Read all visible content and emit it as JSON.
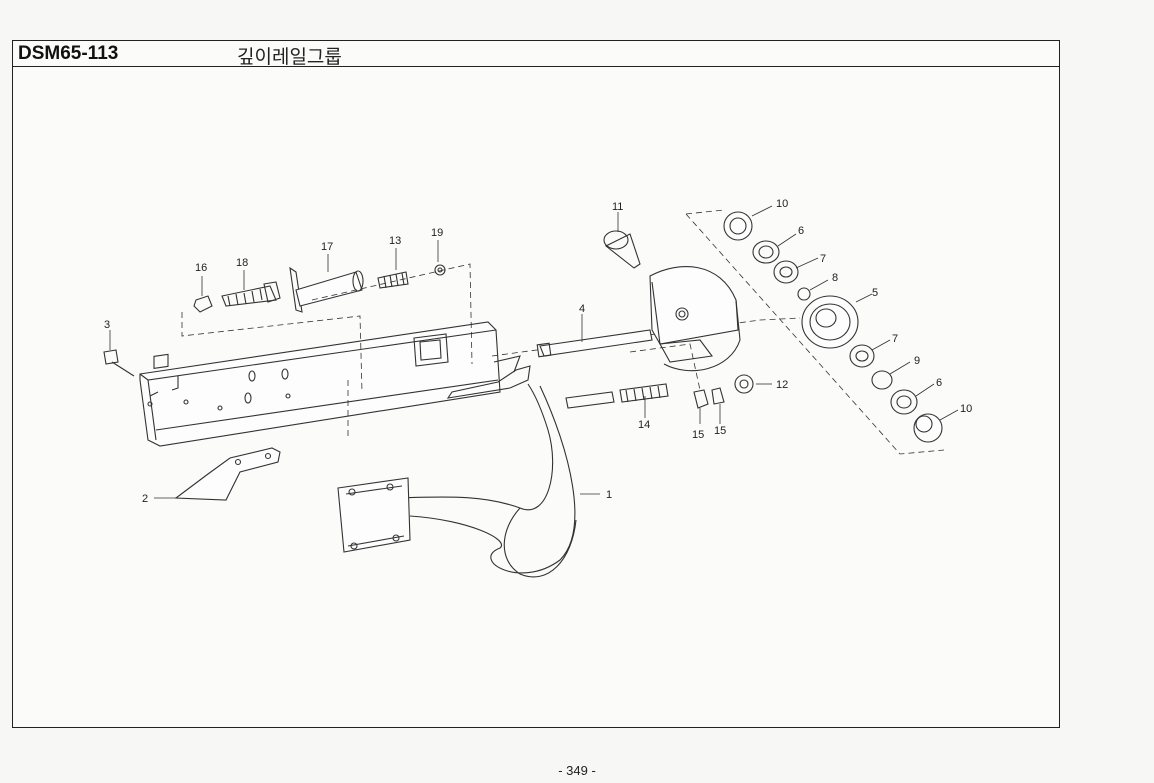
{
  "header": {
    "code": "DSM65-113",
    "title": "깊이레일그룹"
  },
  "callouts": [
    "10",
    "6",
    "7",
    "8",
    "5",
    "7",
    "9",
    "6",
    "10",
    "11",
    "12",
    "4",
    "15",
    "15",
    "14",
    "19",
    "13",
    "17",
    "18",
    "16",
    "3",
    "2",
    "1"
  ],
  "footer": {
    "page_number": "- 349 -"
  }
}
